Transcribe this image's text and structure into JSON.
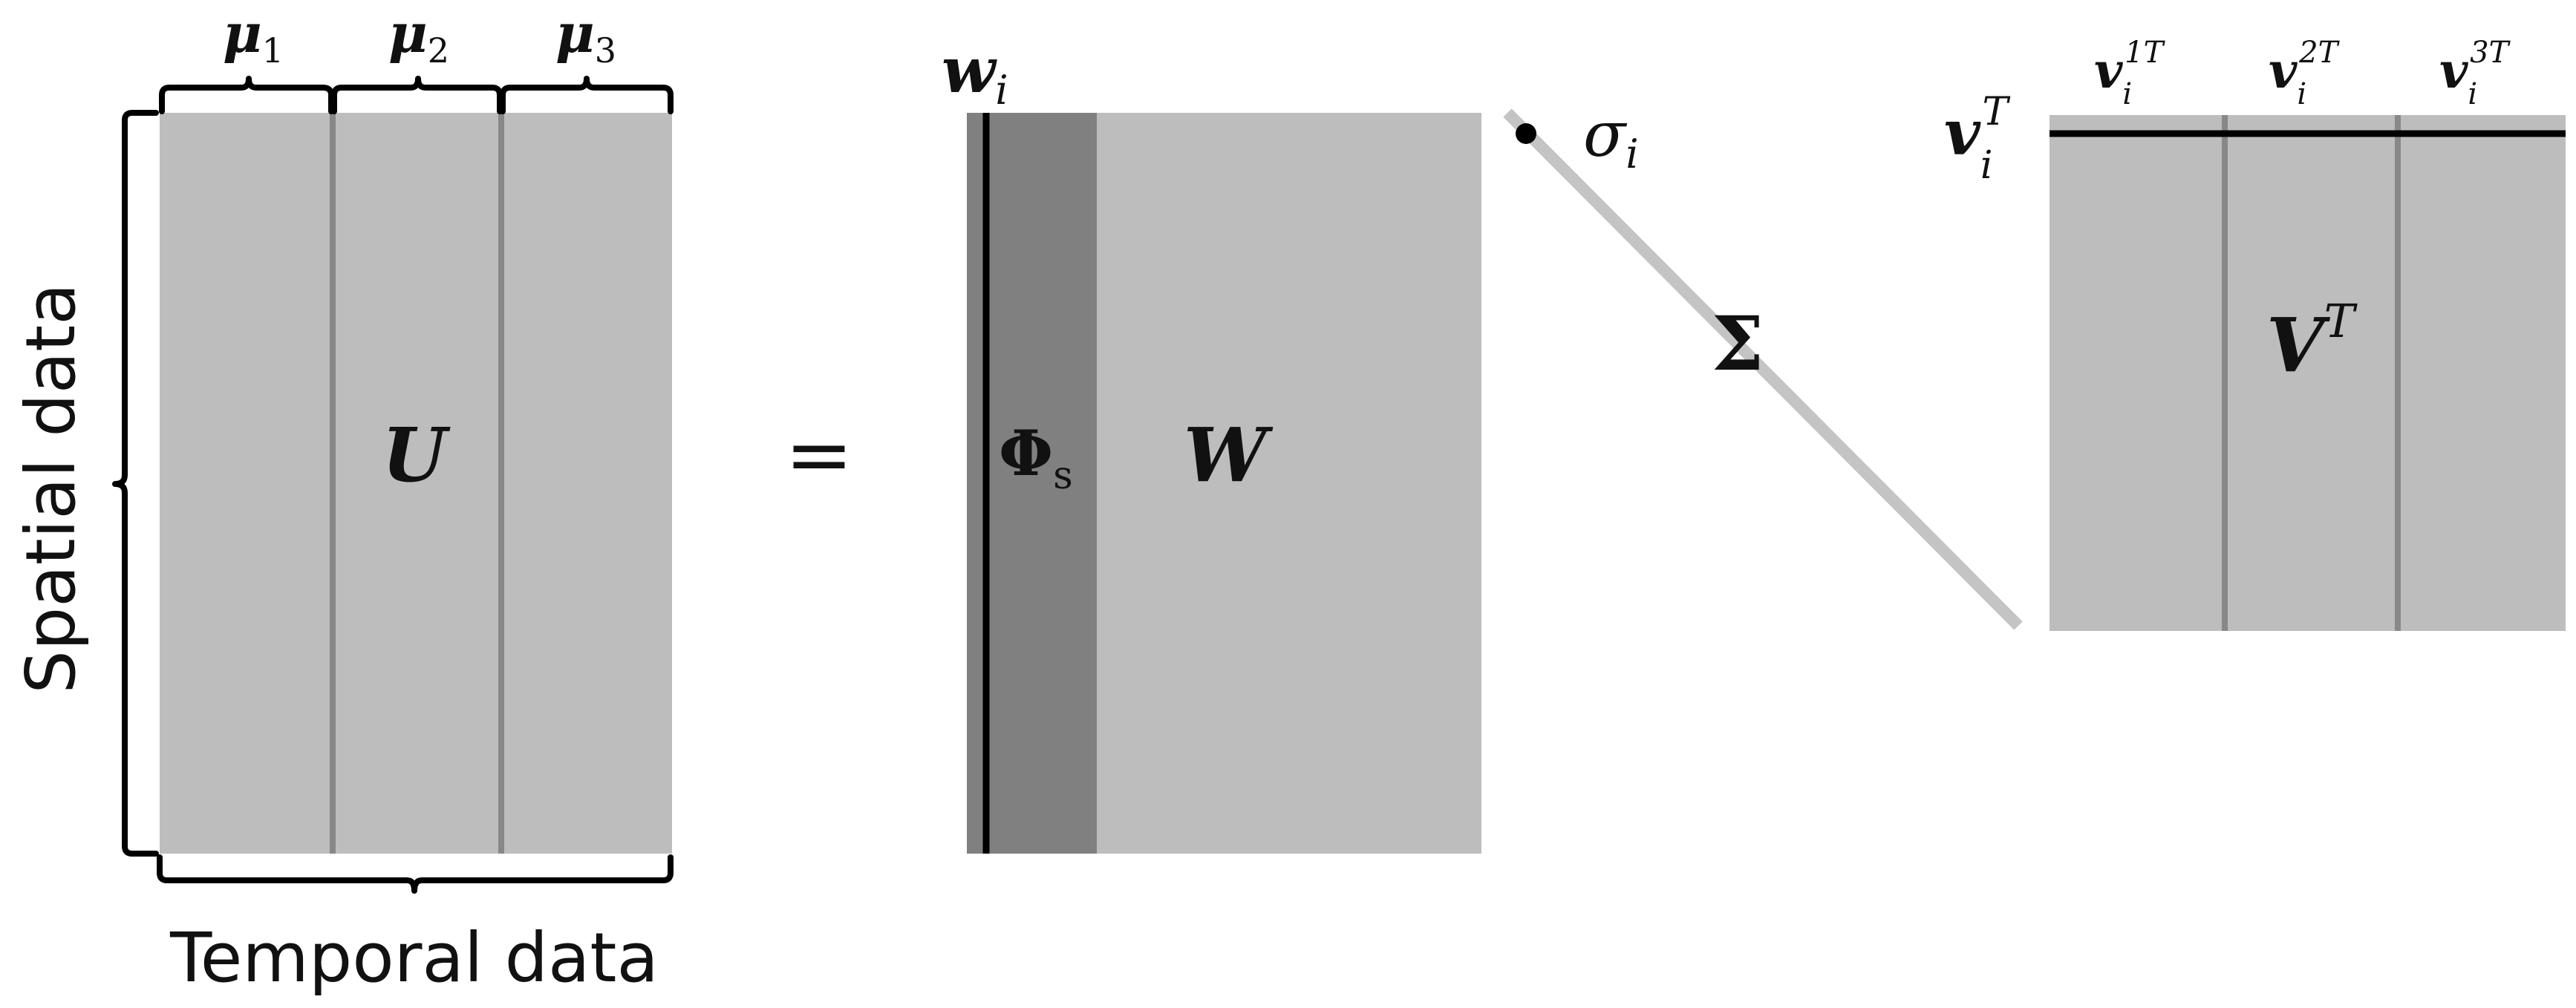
{
  "axes": {
    "spatial_label": "Spatial data",
    "temporal_label": "Temporal data"
  },
  "matrix_u": {
    "symbol": "U",
    "columns": [
      {
        "symbol": "μ",
        "subscript": "1"
      },
      {
        "symbol": "μ",
        "subscript": "2"
      },
      {
        "symbol": "μ",
        "subscript": "3"
      }
    ]
  },
  "equals": "=",
  "matrix_w": {
    "symbol": "W",
    "column_vector": {
      "symbol": "w",
      "subscript": "i"
    },
    "basis": {
      "symbol": "Φ",
      "subscript": "s"
    }
  },
  "matrix_sigma": {
    "symbol": "Σ",
    "element": {
      "symbol": "σ",
      "subscript": "i"
    }
  },
  "matrix_vt": {
    "symbol": "V",
    "superscript": "T",
    "row_vector": {
      "symbol": "v",
      "subscript": "i",
      "superscript": "T"
    },
    "blocks": [
      {
        "symbol": "v",
        "subscript": "i",
        "superscript": "1T"
      },
      {
        "symbol": "v",
        "subscript": "i",
        "superscript": "2T"
      },
      {
        "symbol": "v",
        "subscript": "i",
        "superscript": "3T"
      }
    ]
  },
  "colors": {
    "matrix_fill": "#bdbdbd",
    "basis_fill": "#808080",
    "divider": "#888888",
    "line": "#000000",
    "diagonal": "#c4c4c4"
  }
}
